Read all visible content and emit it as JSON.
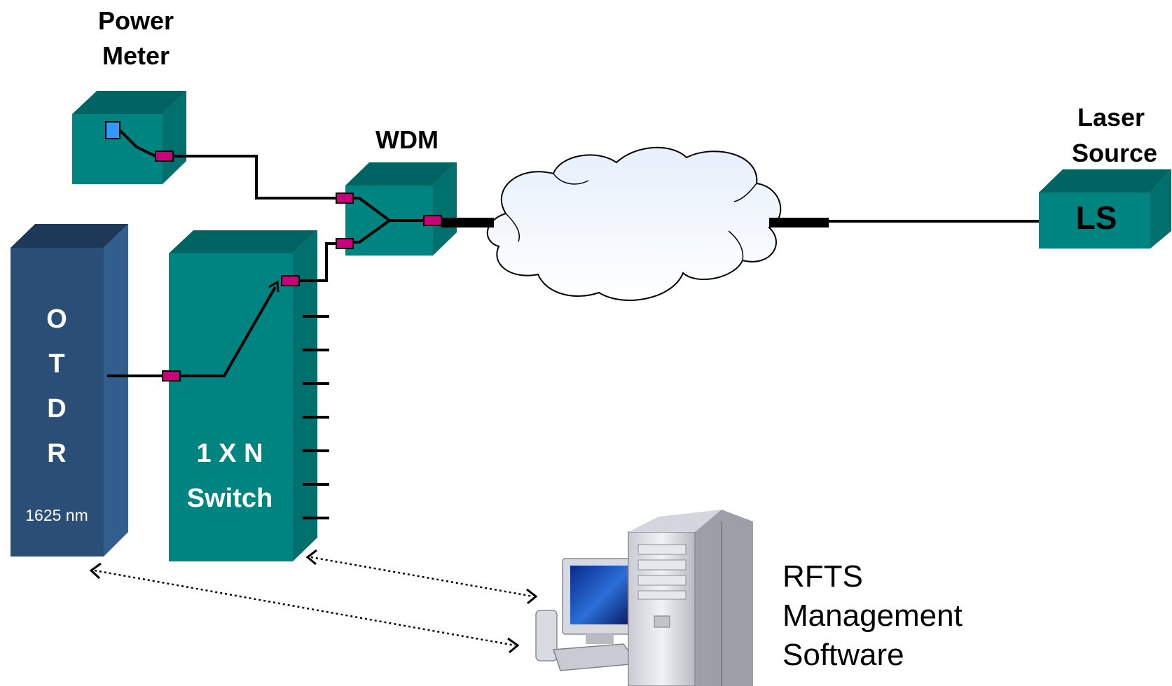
{
  "power_meter": {
    "label_line1": "Power",
    "label_line2": "Meter"
  },
  "wdm": {
    "label": "WDM"
  },
  "laser_source": {
    "label_line1": "Laser",
    "label_line2": "Source",
    "box_text": "LS"
  },
  "otdr": {
    "letters": [
      "O",
      "T",
      "D",
      "R"
    ],
    "wavelength": "1625 nm"
  },
  "switch": {
    "label_line1": "1 X N",
    "label_line2": "Switch"
  },
  "rfts": {
    "label_line1": "RFTS",
    "label_line2": "Management",
    "label_line3": "Software"
  },
  "colors": {
    "teal_front": "#008481",
    "teal_top": "#006463",
    "teal_side": "#00706e",
    "otdr_front": "#2a4e76",
    "otdr_top": "#1d3957",
    "otdr_side": "#315e8c",
    "connector": "#c8007a",
    "power_port": "#3399ff",
    "cloud_fill": "#dce8f8"
  }
}
